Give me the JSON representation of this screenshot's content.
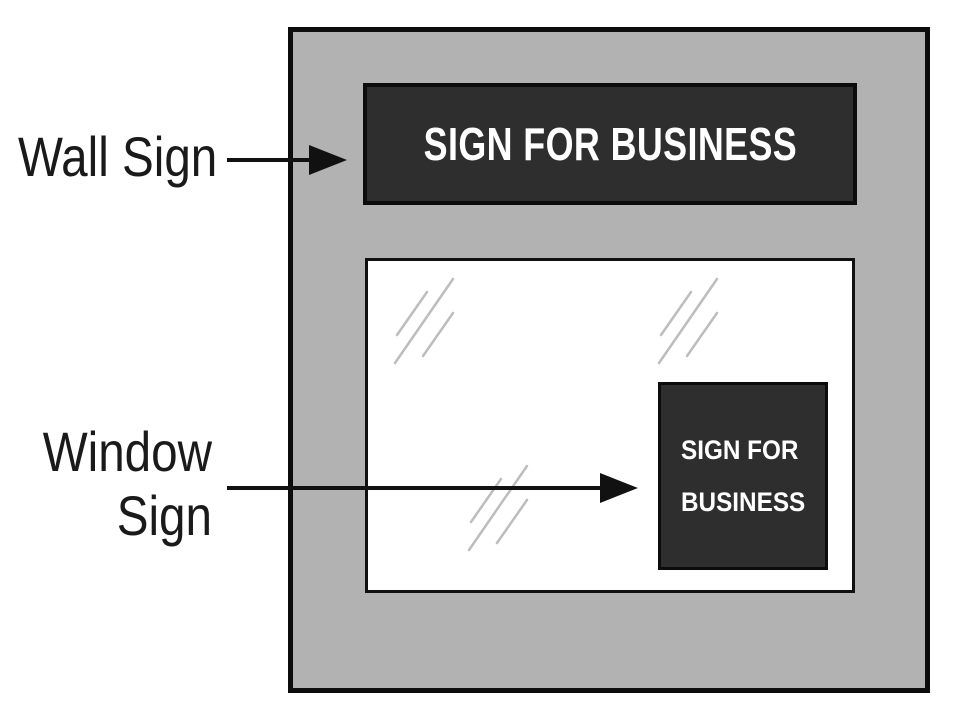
{
  "labels": {
    "wall_sign": "Wall Sign",
    "window_sign_line1": "Window",
    "window_sign_line2": "Sign"
  },
  "wall_sign": {
    "text": "SIGN FOR BUSINESS"
  },
  "window_sign": {
    "line1": "SIGN FOR",
    "line2": "BUSINESS"
  },
  "colors": {
    "building_fill": "#b2b2b2",
    "outline": "#0c0c0c",
    "sign_fill": "#2e2e2e",
    "sign_text": "#ffffff",
    "window_fill": "#ffffff",
    "reflection": "#bdbdbd",
    "arrow": "#111111",
    "label_text": "#1a1a1a"
  }
}
